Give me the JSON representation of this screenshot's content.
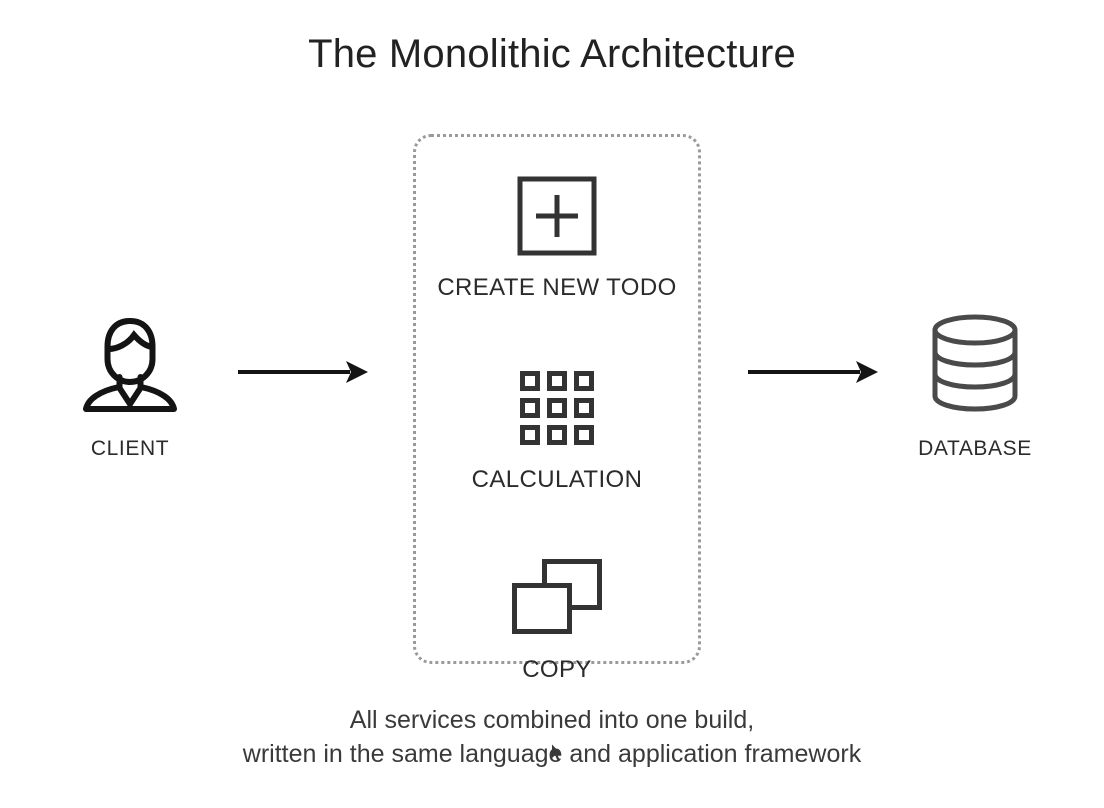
{
  "slide": {
    "title": "The Monolithic Architecture",
    "background_color": "#ffffff",
    "ink_color": "#2b2b2b",
    "dotted_border_color": "#9a9a9a"
  },
  "left_node": {
    "icon": "person-icon",
    "label": "CLIENT"
  },
  "right_node": {
    "icon": "database-cylinder-icon",
    "label": "DATABASE"
  },
  "arrows": [
    {
      "name": "client-to-monolith",
      "icon": "arrow-right-icon"
    },
    {
      "name": "monolith-to-database",
      "icon": "arrow-right-icon"
    }
  ],
  "monolith": {
    "services": [
      {
        "icon": "plus-square-icon",
        "label": "CREATE NEW TODO"
      },
      {
        "icon": "grid-nine-squares-icon",
        "label": "CALCULATION"
      },
      {
        "icon": "copy-overlapping-rectangles-icon",
        "label": "COPY"
      }
    ]
  },
  "caption": {
    "line1": "All services combined into one build,",
    "line2": "written in the same language and application framework"
  }
}
